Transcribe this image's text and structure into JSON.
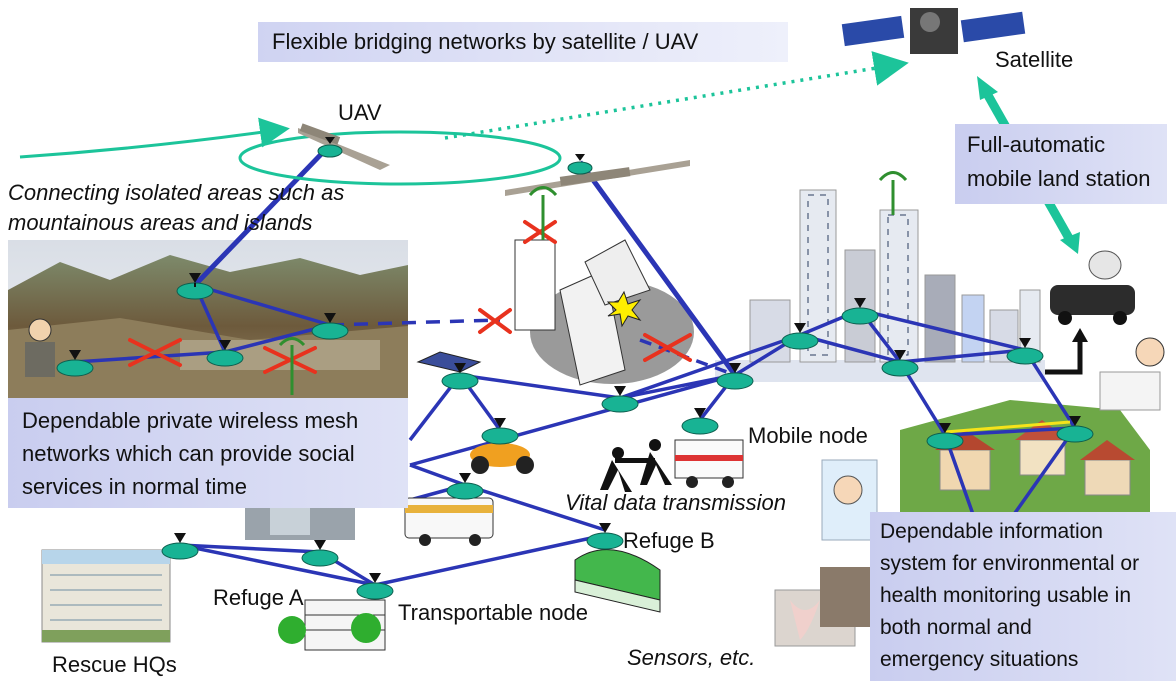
{
  "title": "Flexible bridging networks by satellite / UAV",
  "labels": {
    "satellite": "Satellite",
    "uav": "UAV",
    "isolated": [
      "Connecting isolated areas such as",
      "mountainous areas and islands"
    ],
    "land_station": [
      "Full-automatic",
      "mobile land station"
    ],
    "mesh_box": [
      "Dependable private wireless mesh",
      "networks which can provide social",
      "services in normal time"
    ],
    "mobile_node": "Mobile node",
    "vital": "Vital data transmission",
    "refuge_b": "Refuge B",
    "refuge_a": "Refuge A",
    "transportable": "Transportable node",
    "rescue": "Rescue HQs",
    "sensors": "Sensors, etc.",
    "info_box": [
      "Dependable information",
      "system for environmental or",
      "health monitoring usable in",
      "both  normal and",
      "emergency situations"
    ]
  },
  "colors": {
    "link": "#2b35b5",
    "flight_path": "#1cc49a",
    "broken": "#e8321e",
    "node": "#18b394",
    "label_box": "#d3d6f3"
  }
}
